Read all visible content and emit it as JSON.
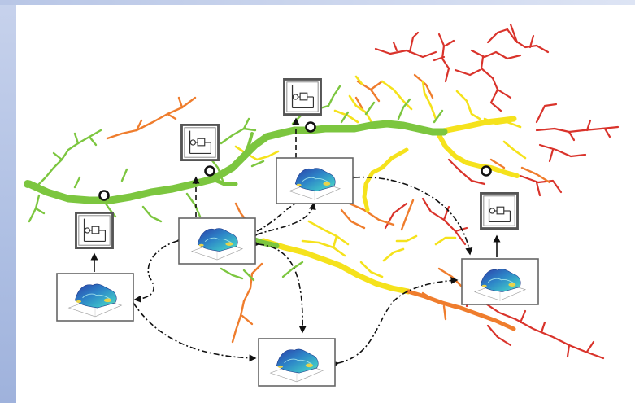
{
  "diagram": {
    "colors": {
      "green": "#7cc63f",
      "yellow": "#f5e21c",
      "orange": "#ef7d2d",
      "red": "#d9332b",
      "frame": "#555555",
      "arrow": "#111111",
      "surface_blue": "#2d86c8",
      "surface_cyan": "#3fc1c9",
      "surface_yellow": "#e8d34b"
    },
    "controllers": [
      {
        "id": "c1",
        "icon": "controller-block-icon"
      },
      {
        "id": "c2",
        "icon": "controller-block-icon"
      },
      {
        "id": "c3",
        "icon": "controller-block-icon"
      },
      {
        "id": "c4",
        "icon": "controller-block-icon"
      }
    ],
    "models": [
      {
        "id": "m1",
        "icon": "surface-plot-icon"
      },
      {
        "id": "m2",
        "icon": "surface-plot-icon"
      },
      {
        "id": "m3",
        "icon": "surface-plot-icon"
      },
      {
        "id": "m4",
        "icon": "surface-plot-icon"
      },
      {
        "id": "m5",
        "icon": "surface-plot-icon"
      }
    ],
    "sensor_marker": "circle-icon",
    "network": "river-network"
  }
}
